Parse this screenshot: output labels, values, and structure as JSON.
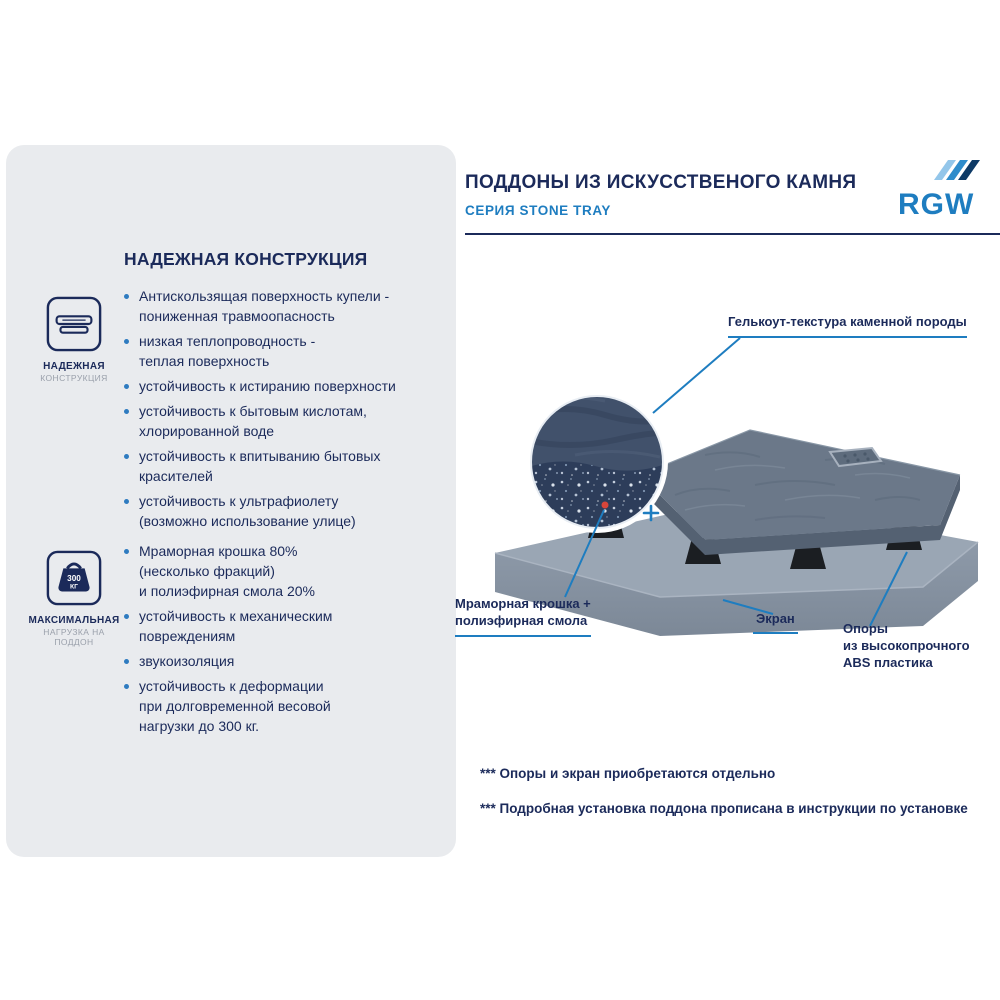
{
  "colors": {
    "navy": "#1b2a5a",
    "accent_blue": "#1e7dc0",
    "panel_bg": "#e9ebee",
    "tray": "#6b7889",
    "skirt": "#8e9aa9",
    "feet": "#1b1e22"
  },
  "header": {
    "title": "ПОДДОНЫ ИЗ ИСКУССТВЕНОГО КАМНЯ",
    "subtitle": "СЕРИЯ STONE TRAY",
    "logo_text": "RGW"
  },
  "left_panel": {
    "title": "НАДЕЖНАЯ КОНСТРУКЦИЯ",
    "badge1": {
      "icon": "tray-construction-icon",
      "line1": "НАДЕЖНАЯ",
      "line2": "КОНСТРУКЦИЯ"
    },
    "badge2": {
      "icon": "weight-icon",
      "weight_value": "300",
      "weight_unit": "КГ",
      "line1": "МАКСИМАЛЬНАЯ",
      "line2": "НАГРУЗКА НА ПОДДОН"
    },
    "list1": [
      "Антискользящая поверхность купели -\nпониженная травмоопасность",
      "низкая теплопроводность -\n теплая поверхность",
      "устойчивость к истиранию поверхности",
      "устойчивость к бытовым кислотам,\nхлорированной воде",
      "устойчивость к впитыванию бытовых\nкрасителей",
      "устойчивость к ультрафиолету\n(возможно использование улице)"
    ],
    "list2": [
      "Мраморная крошка 80%\n(несколько фракций)\n и полиэфирная смола 20%",
      "устойчивость к механическим\nповреждениям",
      "звукоизоляция",
      "устойчивость к деформации\nпри долговременной весовой\nнагрузки до 300 кг."
    ]
  },
  "diagram": {
    "callouts": {
      "gelcoat": "Гелькоут-текстура каменной породы",
      "marble": "Мраморная крошка +\nполиэфирная смола",
      "screen": "Экран",
      "supports": "Опоры\nиз высокопрочного\nABS пластика"
    }
  },
  "footnotes": [
    "*** Опоры и экран приобретаются отдельно",
    "*** Подробная установка поддона прописана в инструкции по установке"
  ]
}
